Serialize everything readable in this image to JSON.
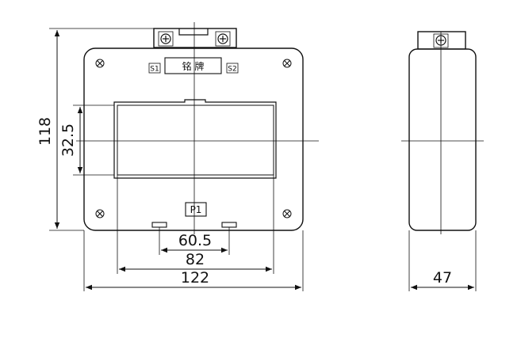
{
  "front_view": {
    "nameplate_label": "铭 牌",
    "terminal_s1": "S1",
    "terminal_s2": "S2",
    "primary_label": "P1"
  },
  "dimensions": {
    "height_outer": "118",
    "window_height": "32.5",
    "mount_spacing": "60.5",
    "window_width": "82",
    "overall_width": "122",
    "depth": "47"
  }
}
